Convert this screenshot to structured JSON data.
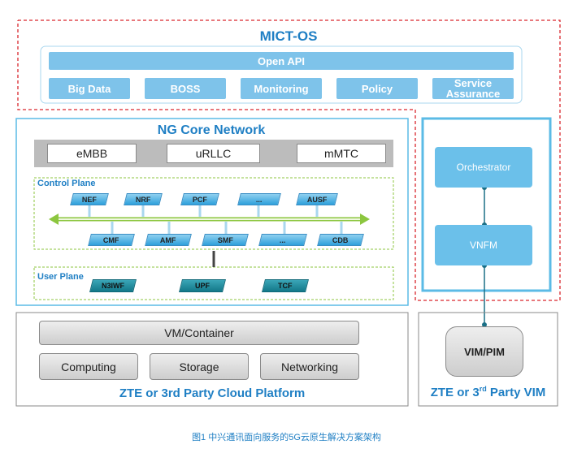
{
  "mict": {
    "title": "MICT-OS",
    "open_api": "Open API",
    "modules": [
      "Big Data",
      "BOSS",
      "Monitoring",
      "Policy",
      "Service Assurance"
    ]
  },
  "core": {
    "title": "NG Core Network",
    "slices": [
      "eMBB",
      "uRLLC",
      "mMTC"
    ],
    "control_plane": {
      "title": "Control Plane",
      "top_functions": [
        "NEF",
        "NRF",
        "PCF",
        "...",
        "AUSF"
      ],
      "bottom_functions": [
        "CMF",
        "AMF",
        "SMF",
        "...",
        "CDB"
      ]
    },
    "user_plane": {
      "title": "User Plane",
      "functions": [
        "N3IWF",
        "UPF",
        "TCF"
      ]
    }
  },
  "mano": {
    "orchestrator": "Orchestrator",
    "vnfm": "VNFM",
    "vim_pim": "VIM/PIM",
    "vim_label_prefix": "ZTE or 3",
    "vim_label_sup": "rd",
    "vim_label_suffix": " Party VIM"
  },
  "cloud": {
    "vm": "VM/Container",
    "resources": [
      "Computing",
      "Storage",
      "Networking"
    ],
    "label": "ZTE or 3rd Party Cloud Platform"
  },
  "caption": "图1   中兴通讯面向服务的5G云原生解决方案架构",
  "colors": {
    "accent_blue": "#1f7fc4",
    "light_blue": "#7ec3ea",
    "frame_blue": "#5bbbe6",
    "dashed_red": "#d9262c",
    "green_dashed": "#8cc63f"
  }
}
